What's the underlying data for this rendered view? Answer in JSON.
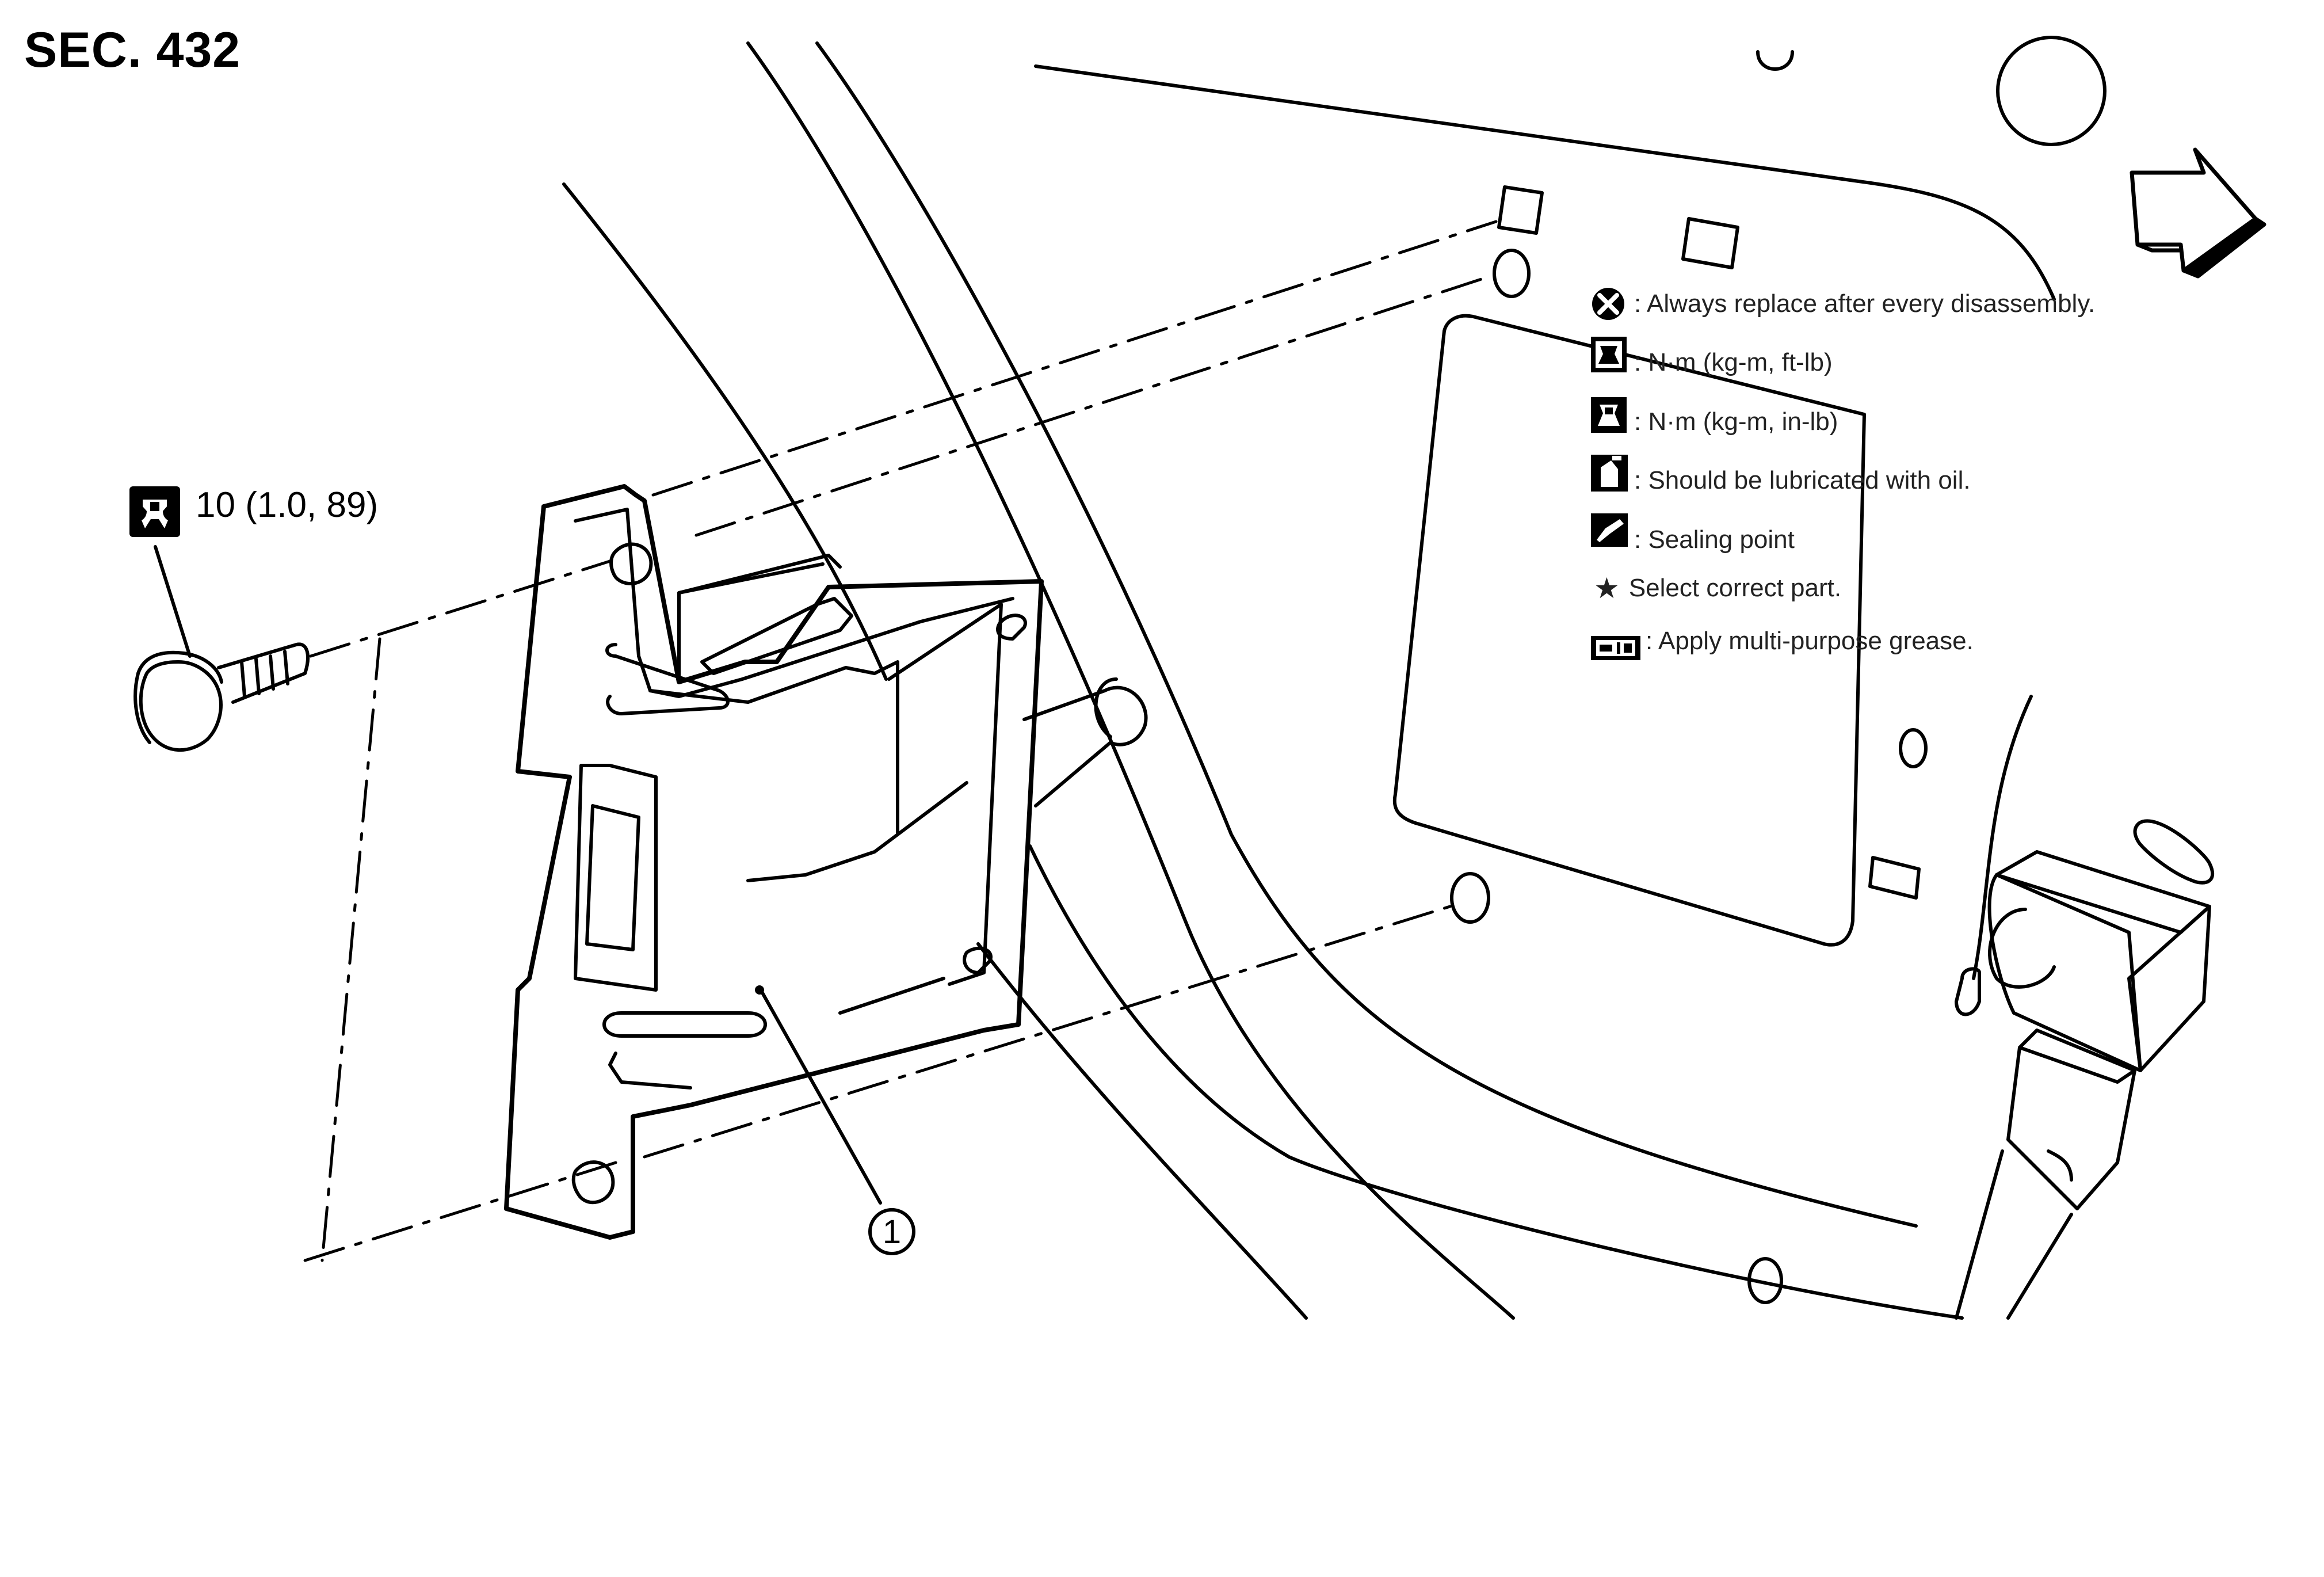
{
  "section": {
    "label": "SEC. 432"
  },
  "torque_callout": {
    "value": "10 (1.0, 89)",
    "icon": "torque-wrench-icon"
  },
  "part_callout": {
    "number": "1"
  },
  "legend": [
    {
      "icon": "replace-x-icon",
      "text": ": Always replace after every disassembly."
    },
    {
      "icon": "torque-ftlb-icon",
      "text": ": N·m (kg-m, ft-lb)"
    },
    {
      "icon": "torque-inlb-icon",
      "text": ": N·m (kg-m, in-lb)"
    },
    {
      "icon": "oil-can-icon",
      "text": ": Should be lubricated with oil."
    },
    {
      "icon": "sealing-point-icon",
      "text": ": Sealing point"
    },
    {
      "icon": "star-icon",
      "glyph": "★",
      "text": "Select correct part."
    },
    {
      "icon": "grease-icon",
      "text": ": Apply multi-purpose grease."
    }
  ],
  "front_arrow": {
    "icon": "front-direction-arrow-icon"
  }
}
